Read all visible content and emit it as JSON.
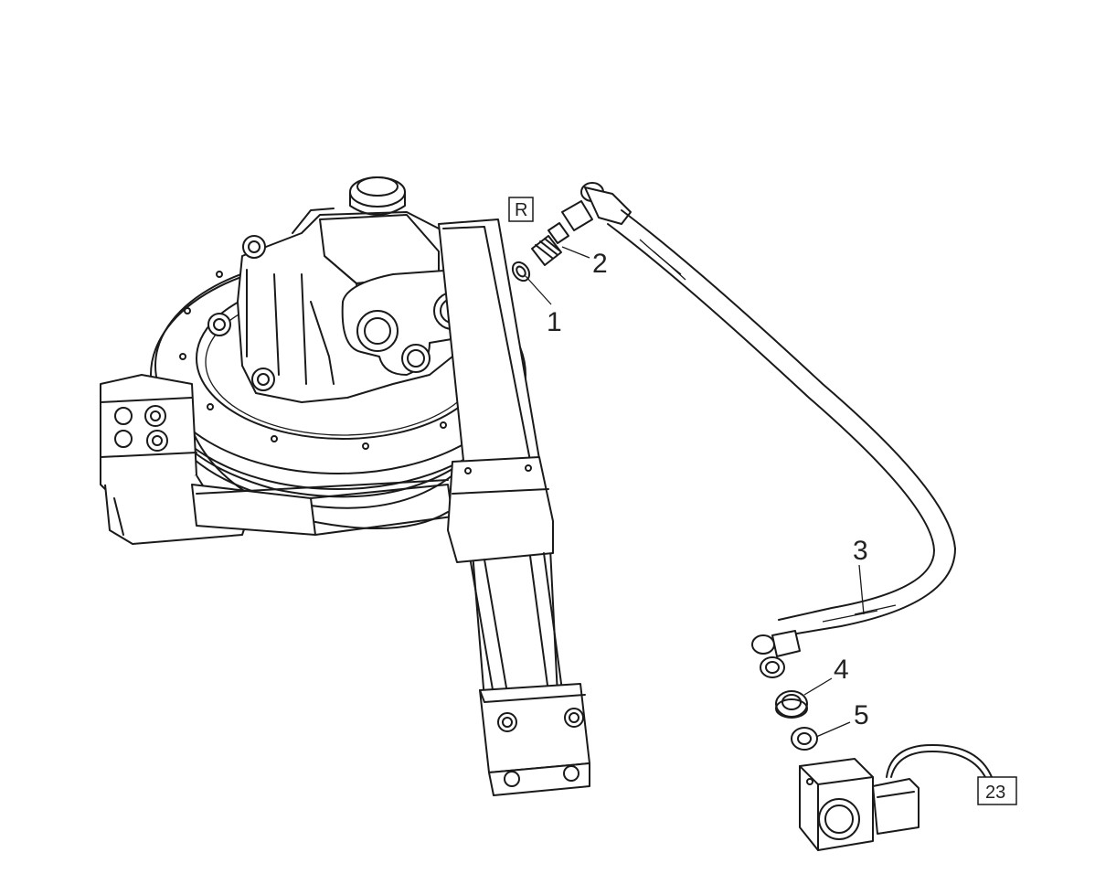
{
  "callouts": {
    "c1": "1",
    "c2": "2",
    "c3": "3",
    "c4": "4",
    "c5": "5"
  },
  "boxed": {
    "r": "R",
    "ref23": "23"
  }
}
